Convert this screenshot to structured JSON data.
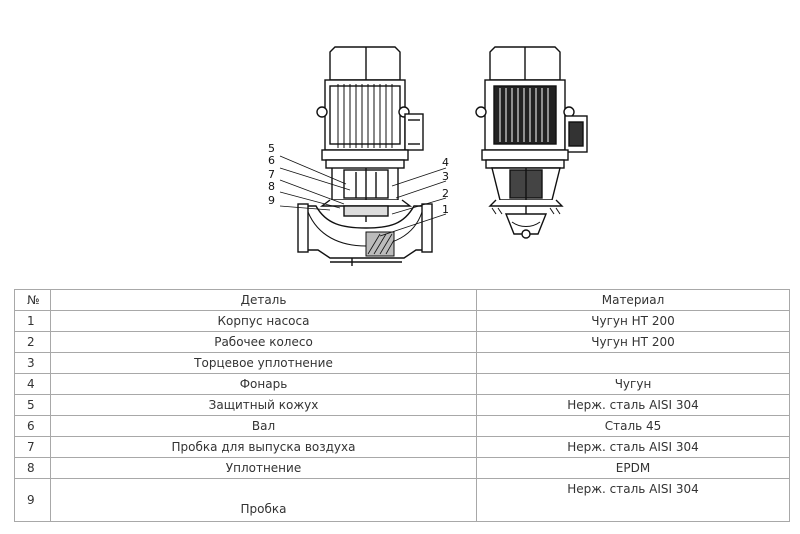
{
  "diagram": {
    "callouts": [
      "1",
      "2",
      "3",
      "4",
      "5",
      "6",
      "7",
      "8",
      "9"
    ]
  },
  "table": {
    "headers": [
      "№",
      "Деталь",
      "Материал"
    ],
    "rows": [
      {
        "num": "1",
        "part": "Корпус насоса",
        "material": "Чугун HT 200"
      },
      {
        "num": "2",
        "part": "Рабочее колесо",
        "material": "Чугун HT 200"
      },
      {
        "num": "3",
        "part": "Торцевое уплотнение",
        "material": ""
      },
      {
        "num": "4",
        "part": "Фонарь",
        "material": "Чугун"
      },
      {
        "num": "5",
        "part": "Защитный кожух",
        "material": "Нерж. сталь AISI 304"
      },
      {
        "num": "6",
        "part": "Вал",
        "material": "Сталь 45"
      },
      {
        "num": "7",
        "part": "Пробка для выпуска воздуха",
        "material": "Нерж. сталь AISI 304"
      },
      {
        "num": "8",
        "part": "Уплотнение",
        "material": "EPDM"
      },
      {
        "num": "9",
        "part": "Пробка",
        "material": "Нерж. сталь AISI 304"
      }
    ]
  }
}
